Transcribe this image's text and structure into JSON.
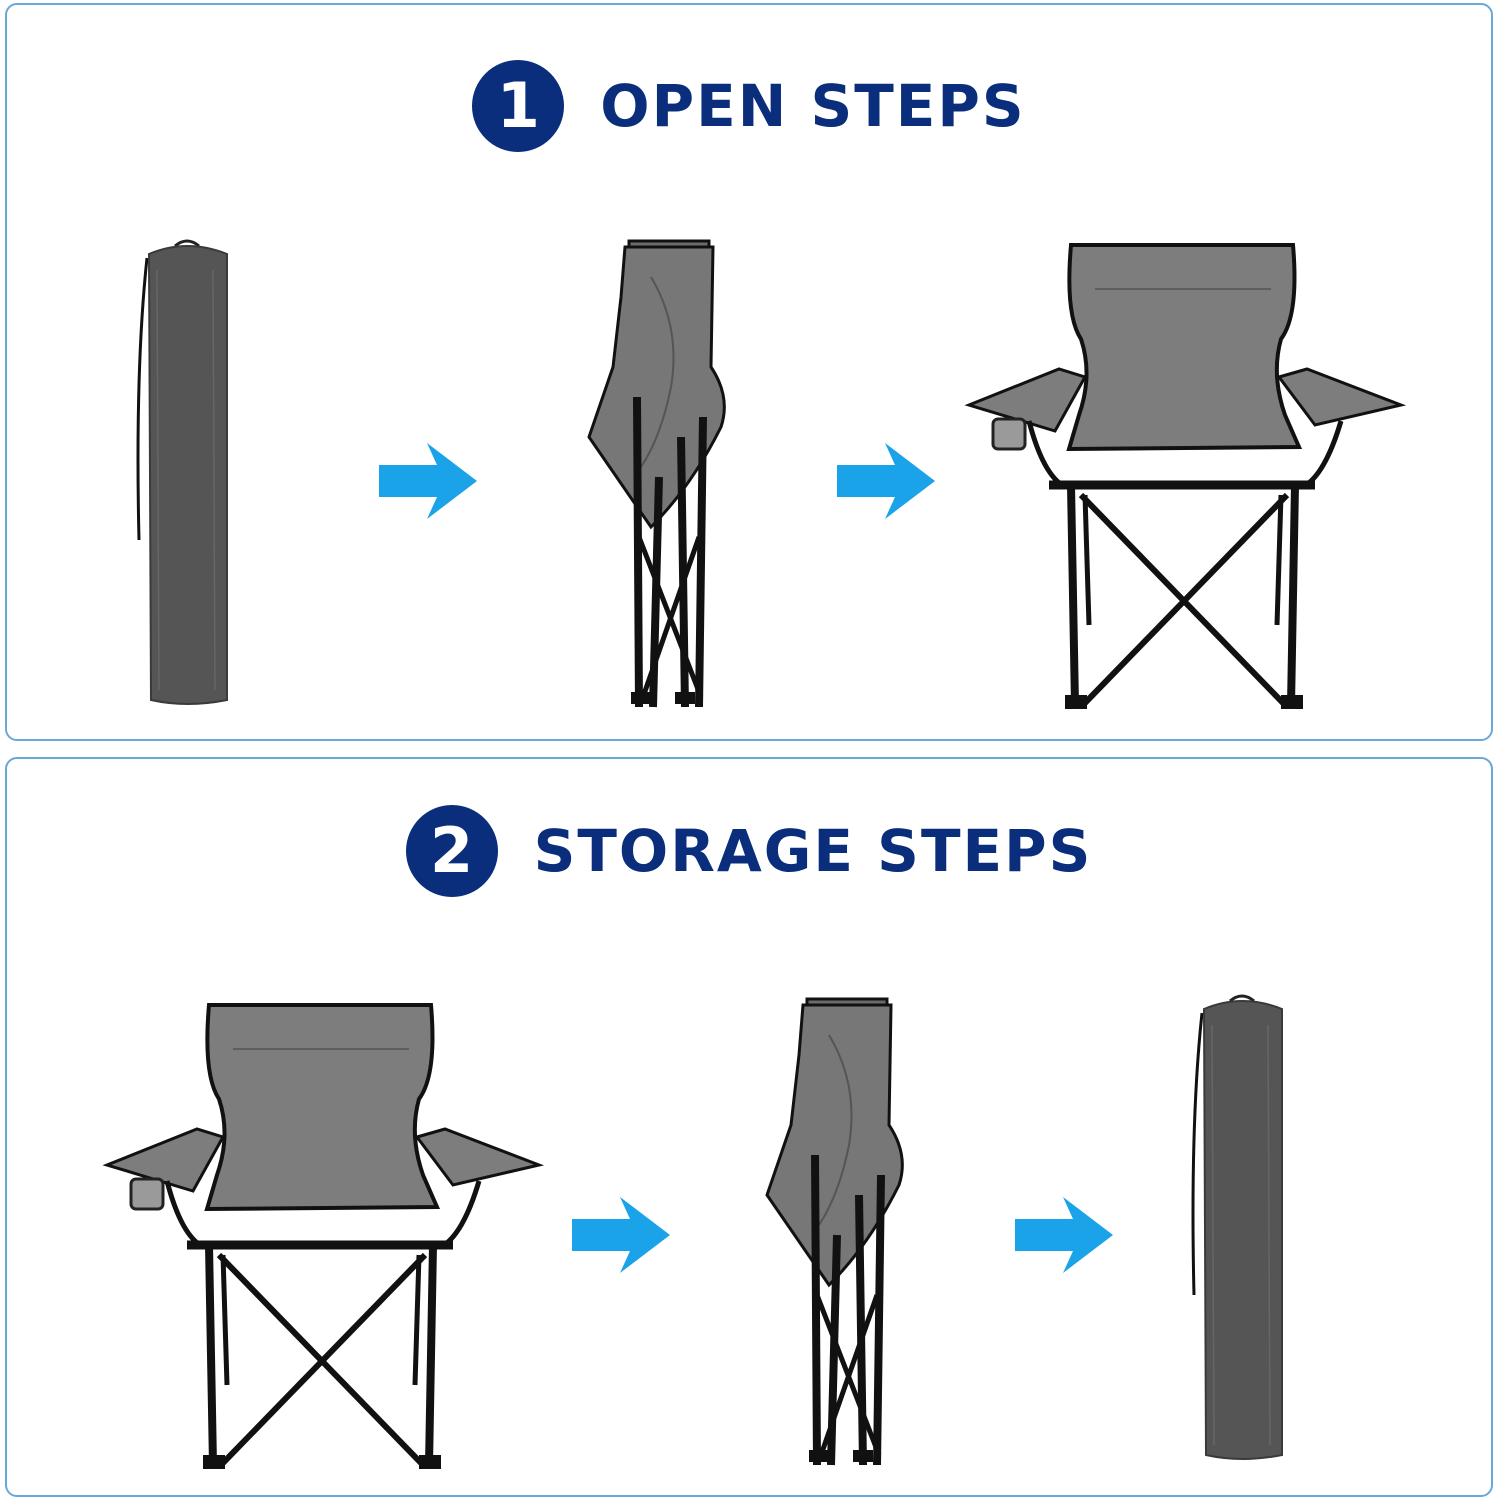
{
  "sections": [
    {
      "number": "1",
      "title": "OPEN STEPS"
    },
    {
      "number": "2",
      "title": "STORAGE STEPS"
    }
  ],
  "colors": {
    "heading": "#0a2e7c",
    "arrow": "#1aa3e8",
    "panel_border": "#6aa8d6",
    "fabric": "#7d7d7d",
    "bag": "#555555",
    "frame": "#111111"
  },
  "icons": [
    "arrow-right-icon"
  ]
}
